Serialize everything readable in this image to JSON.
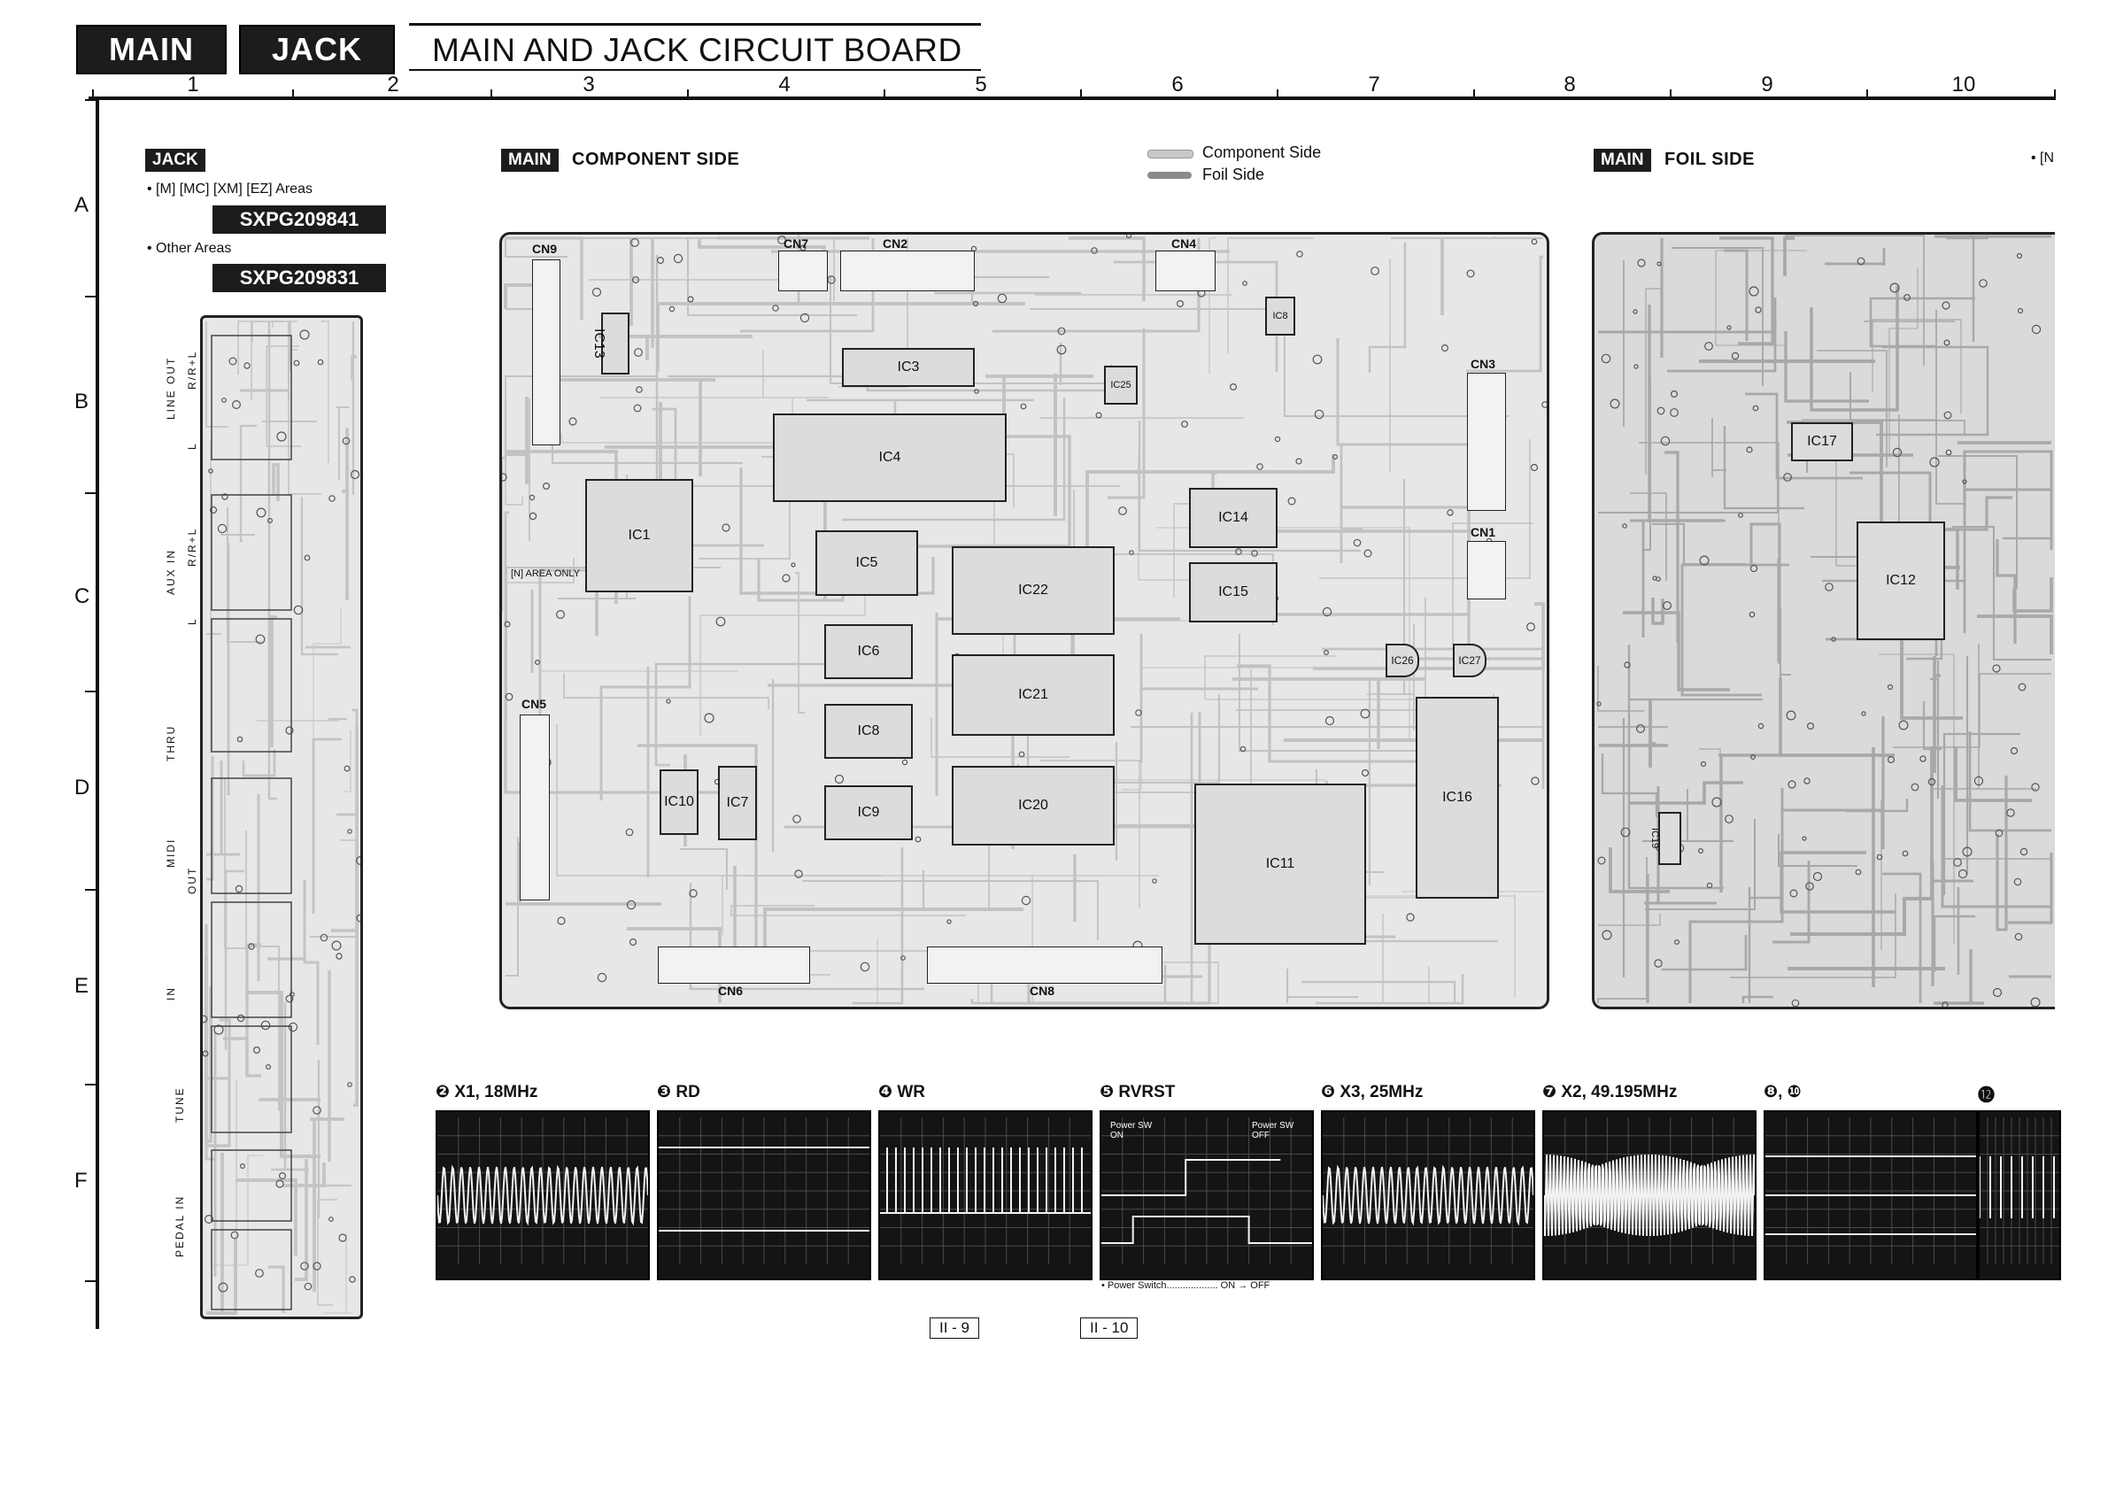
{
  "header": {
    "tab_main": "MAIN",
    "tab_jack": "JACK",
    "title": "MAIN AND JACK CIRCUIT BOARD"
  },
  "grid": {
    "columns": [
      "1",
      "2",
      "3",
      "4",
      "5",
      "6",
      "7",
      "8",
      "9",
      "10"
    ],
    "rows": [
      "A",
      "B",
      "C",
      "D",
      "E",
      "F"
    ]
  },
  "jack_section": {
    "badge": "JACK",
    "area1_label": "• [M] [MC] [XM] [EZ] Areas",
    "part1": "SXPG209841",
    "area2_label": "• Other Areas",
    "part2": "SXPG209831",
    "side_labels": [
      "R/R+L",
      "LINE OUT",
      "L",
      "R/R+L",
      "AUX IN",
      "L",
      "THRU",
      "MIDI",
      "OUT",
      "IN",
      "TUNE",
      "PEDAL IN"
    ]
  },
  "main_component": {
    "badge": "MAIN",
    "label": "COMPONENT SIDE",
    "connectors": [
      "CN9",
      "CN7",
      "CN2",
      "CN4",
      "CN3",
      "CN1",
      "CN5",
      "CN6",
      "CN8"
    ],
    "ics": [
      "IC13",
      "IC3",
      "IC4",
      "IC1",
      "IC5",
      "IC22",
      "IC14",
      "IC15",
      "IC6",
      "IC21",
      "IC8",
      "IC20",
      "IC9",
      "IC10",
      "IC7",
      "IC11",
      "IC16",
      "IC26",
      "IC27",
      "IC25",
      "IC8"
    ],
    "note": "[N] AREA ONLY"
  },
  "legend": {
    "component_side": "Component Side",
    "foil_side": "Foil Side",
    "component_color": "#c8c8c8",
    "foil_color": "#8a8a8a"
  },
  "main_foil": {
    "badge": "MAIN",
    "label": "FOIL SIDE",
    "ics": [
      "IC17",
      "IC12",
      "IC19"
    ],
    "edge_text": "• [N"
  },
  "waveforms": [
    {
      "label": "❷ X1, 18MHz",
      "kind": "sine"
    },
    {
      "label": "❸ RD",
      "kind": "pulse-low"
    },
    {
      "label": "❹ WR",
      "kind": "spikes"
    },
    {
      "label": "❺ RVRST",
      "kind": "reset",
      "tag_on": "Power SW ON",
      "tag_off": "Power SW OFF"
    },
    {
      "label": "❻ X3, 25MHz",
      "kind": "sine"
    },
    {
      "label": "❼ X2, 49.195MHz",
      "kind": "dense"
    },
    {
      "label": "❽, ❿",
      "kind": "dual"
    },
    {
      "label": "⓬",
      "kind": "square"
    }
  ],
  "footnote": "• Power Switch................... ON → OFF",
  "pages": [
    "II - 9",
    "II - 10"
  ]
}
